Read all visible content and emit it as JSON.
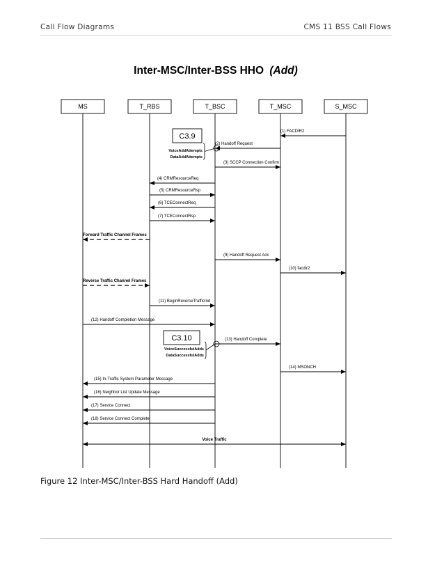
{
  "header": {
    "left": "Call Flow Diagrams",
    "right": "CMS 11 BSS Call Flows"
  },
  "diagram": {
    "title_main": "Inter-MSC/Inter-BSS HHO",
    "title_emph": "(Add)",
    "entities": [
      "MS",
      "T_RBS",
      "T_BSC",
      "T_MSC",
      "S_MSC"
    ],
    "messages": [
      {
        "from": 4,
        "to": 3,
        "label": "(1) FACDIR2",
        "style": "solid"
      },
      {
        "from": 3,
        "to": 2,
        "label": "(2) Handoff Request",
        "style": "solid"
      },
      {
        "from": 2,
        "to": 3,
        "label": "(3) SCCP Connection Confirm",
        "style": "solid"
      },
      {
        "from": 2,
        "to": 1,
        "label": "(4) CRMResourceReq",
        "style": "solid"
      },
      {
        "from": 1,
        "to": 2,
        "label": "(5) CRMResourceRsp",
        "style": "solid"
      },
      {
        "from": 2,
        "to": 1,
        "label": "(6) TCEConnectReq",
        "style": "solid"
      },
      {
        "from": 1,
        "to": 2,
        "label": "(7) TCEConnectRsp",
        "style": "solid"
      },
      {
        "from": 1,
        "to": 0,
        "label": "Forward Traffic Channel Frames",
        "style": "dashed"
      },
      {
        "from": 2,
        "to": 3,
        "label": "(9) Handoff Request Ack",
        "style": "solid"
      },
      {
        "from": 3,
        "to": 4,
        "label": "(10) facdir2",
        "style": "solid"
      },
      {
        "from": 0,
        "to": 1,
        "label": "Reverse Traffic Channel Frames",
        "style": "dashed"
      },
      {
        "from": 1,
        "to": 2,
        "label": "(11) BeginReverseTrafficInd",
        "style": "solid"
      },
      {
        "from": 0,
        "to": 2,
        "label": "(12) Handoff Completion Message",
        "style": "solid"
      },
      {
        "from": 2,
        "to": 3,
        "label": "(13) Handoff Complete",
        "style": "solid"
      },
      {
        "from": 3,
        "to": 4,
        "label": "(14) MSONCH",
        "style": "solid"
      },
      {
        "from": 2,
        "to": 0,
        "label": "(15) In-Traffic System Parameter Message",
        "style": "solid"
      },
      {
        "from": 2,
        "to": 0,
        "label": "(16) Neighbor List Update Message",
        "style": "solid"
      },
      {
        "from": 2,
        "to": 0,
        "label": "(17) Service Connect",
        "style": "solid"
      },
      {
        "from": 2,
        "to": 0,
        "label": "(18) Service Connect Complete",
        "style": "solid"
      },
      {
        "from": 0,
        "to": 4,
        "label": "Voice Traffic",
        "style": "double"
      }
    ],
    "callouts": [
      {
        "box": "C3.9",
        "notes": [
          "VoiceAddAttempts",
          "DataAddAttempts"
        ]
      },
      {
        "box": "C3.10",
        "notes": [
          "VoiceSuccessfulAdds",
          "DataSuccessfulAdds"
        ]
      }
    ]
  },
  "caption": "Figure 12  Inter-MSC/Inter-BSS Hard Handoff (Add)"
}
